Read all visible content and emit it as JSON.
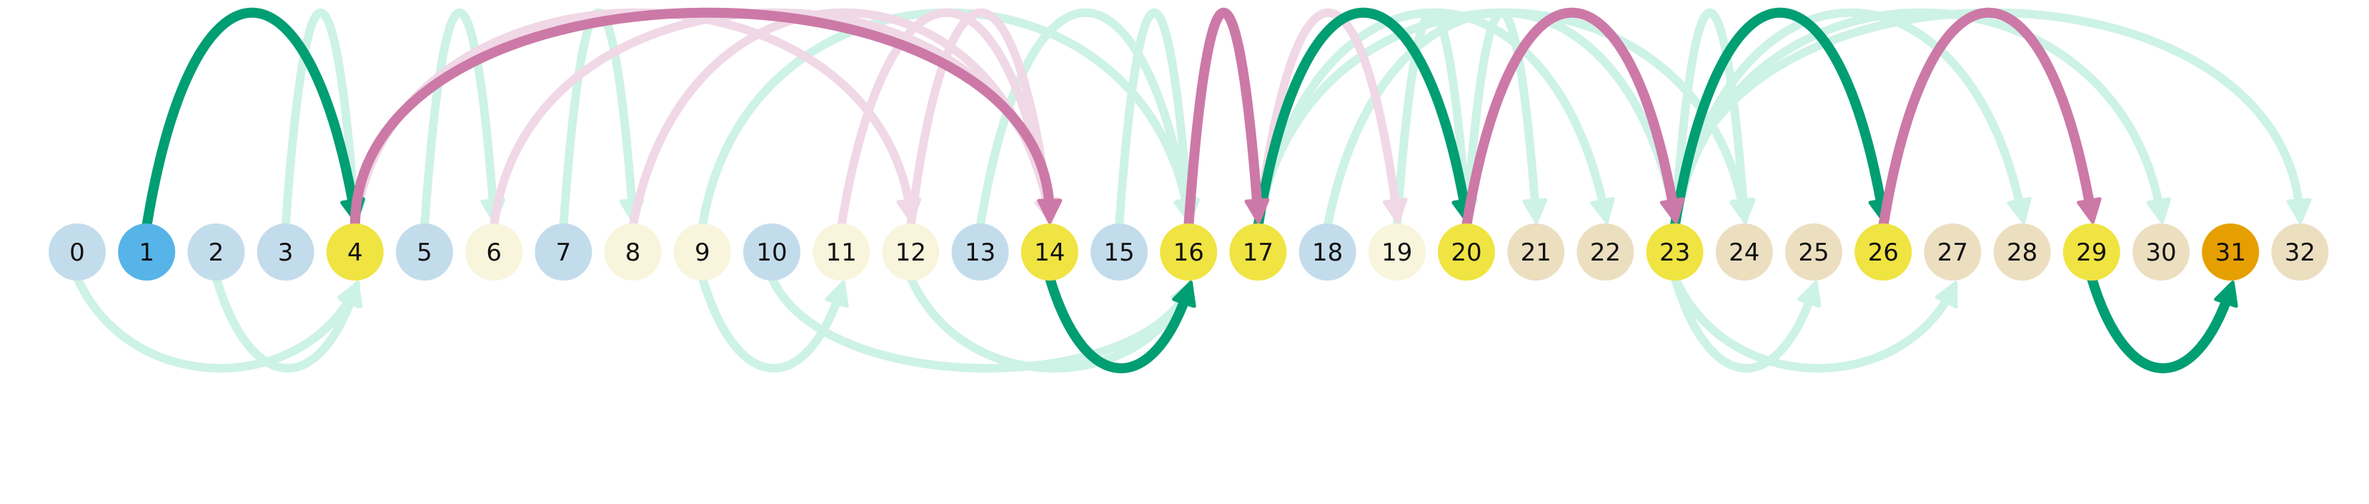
{
  "diagram": {
    "nodes": [
      {
        "id": "0",
        "color": "#c3dcec"
      },
      {
        "id": "1",
        "color": "#56b4e9"
      },
      {
        "id": "2",
        "color": "#c3dcec"
      },
      {
        "id": "3",
        "color": "#c3dcec"
      },
      {
        "id": "4",
        "color": "#f0e442"
      },
      {
        "id": "5",
        "color": "#c3dcec"
      },
      {
        "id": "6",
        "color": "#f8f5dc"
      },
      {
        "id": "7",
        "color": "#c3dcec"
      },
      {
        "id": "8",
        "color": "#f8f5dc"
      },
      {
        "id": "9",
        "color": "#f8f5dc"
      },
      {
        "id": "10",
        "color": "#c3dcec"
      },
      {
        "id": "11",
        "color": "#f8f5dc"
      },
      {
        "id": "12",
        "color": "#f8f5dc"
      },
      {
        "id": "13",
        "color": "#c3dcec"
      },
      {
        "id": "14",
        "color": "#f0e442"
      },
      {
        "id": "15",
        "color": "#c3dcec"
      },
      {
        "id": "16",
        "color": "#f0e442"
      },
      {
        "id": "17",
        "color": "#f0e442"
      },
      {
        "id": "18",
        "color": "#c3dcec"
      },
      {
        "id": "19",
        "color": "#f8f5dc"
      },
      {
        "id": "20",
        "color": "#f0e442"
      },
      {
        "id": "21",
        "color": "#ecdfc0"
      },
      {
        "id": "22",
        "color": "#ecdfc0"
      },
      {
        "id": "23",
        "color": "#f0e442"
      },
      {
        "id": "24",
        "color": "#ecdfc0"
      },
      {
        "id": "25",
        "color": "#ecdfc0"
      },
      {
        "id": "26",
        "color": "#f0e442"
      },
      {
        "id": "27",
        "color": "#ecdfc0"
      },
      {
        "id": "28",
        "color": "#ecdfc0"
      },
      {
        "id": "29",
        "color": "#f0e442"
      },
      {
        "id": "30",
        "color": "#ecdfc0"
      },
      {
        "id": "31",
        "color": "#e69f00"
      },
      {
        "id": "32",
        "color": "#ecdfc0"
      }
    ],
    "edges": [
      {
        "from": 0,
        "to": 4,
        "kind": "green-faint"
      },
      {
        "from": 2,
        "to": 4,
        "kind": "green-faint"
      },
      {
        "from": 3,
        "to": 4,
        "kind": "green-faint"
      },
      {
        "from": 5,
        "to": 6,
        "kind": "green-faint"
      },
      {
        "from": 7,
        "to": 8,
        "kind": "green-faint"
      },
      {
        "from": 9,
        "to": 16,
        "kind": "green-faint"
      },
      {
        "from": 9,
        "to": 11,
        "kind": "green-faint"
      },
      {
        "from": 10,
        "to": 16,
        "kind": "green-faint"
      },
      {
        "from": 12,
        "to": 16,
        "kind": "green-faint"
      },
      {
        "from": 13,
        "to": 16,
        "kind": "green-faint"
      },
      {
        "from": 15,
        "to": 16,
        "kind": "green-faint"
      },
      {
        "from": 17,
        "to": 22,
        "kind": "green-faint"
      },
      {
        "from": 17,
        "to": 24,
        "kind": "green-faint"
      },
      {
        "from": 18,
        "to": 23,
        "kind": "green-faint"
      },
      {
        "from": 19,
        "to": 20,
        "kind": "green-faint"
      },
      {
        "from": 20,
        "to": 21,
        "kind": "green-faint"
      },
      {
        "from": 23,
        "to": 24,
        "kind": "green-faint"
      },
      {
        "from": 23,
        "to": 25,
        "kind": "green-faint"
      },
      {
        "from": 23,
        "to": 28,
        "kind": "green-faint"
      },
      {
        "from": 23,
        "to": 27,
        "kind": "green-faint"
      },
      {
        "from": 23,
        "to": 30,
        "kind": "green-faint"
      },
      {
        "from": 23,
        "to": 32,
        "kind": "green-faint"
      },
      {
        "from": 4,
        "to": 12,
        "kind": "pink-faint"
      },
      {
        "from": 4,
        "to": 14,
        "kind": "pink-faint"
      },
      {
        "from": 6,
        "to": 14,
        "kind": "pink-faint"
      },
      {
        "from": 8,
        "to": 14,
        "kind": "pink-faint"
      },
      {
        "from": 11,
        "to": 14,
        "kind": "pink-faint"
      },
      {
        "from": 12,
        "to": 14,
        "kind": "pink-faint"
      },
      {
        "from": 17,
        "to": 19,
        "kind": "pink-faint"
      },
      {
        "from": 1,
        "to": 4,
        "kind": "green-strong"
      },
      {
        "from": 14,
        "to": 16,
        "kind": "green-strong"
      },
      {
        "from": 17,
        "to": 20,
        "kind": "green-strong"
      },
      {
        "from": 23,
        "to": 26,
        "kind": "green-strong"
      },
      {
        "from": 29,
        "to": 31,
        "kind": "green-strong"
      },
      {
        "from": 4,
        "to": 14,
        "kind": "pink-strong"
      },
      {
        "from": 16,
        "to": 17,
        "kind": "pink-strong"
      },
      {
        "from": 20,
        "to": 23,
        "kind": "pink-strong"
      },
      {
        "from": 26,
        "to": 29,
        "kind": "pink-strong"
      }
    ],
    "colors": {
      "green-faint": "#cdf2e6",
      "pink-faint": "#f0d8e6",
      "green-strong": "#009e73",
      "pink-strong": "#cc79a7"
    }
  }
}
